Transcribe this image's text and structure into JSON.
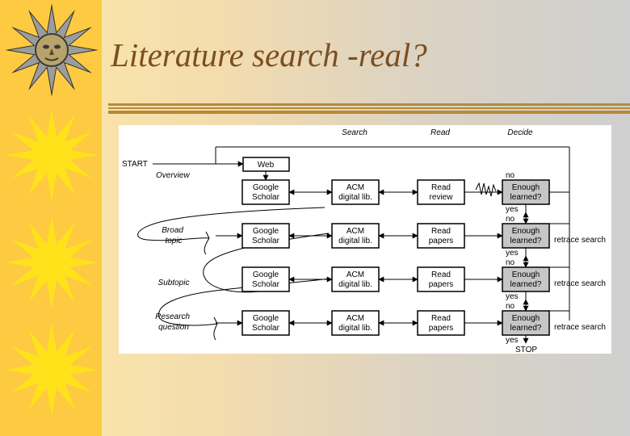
{
  "slide": {
    "title": "Literature search -real?"
  },
  "diagram": {
    "column_headers": {
      "search": "Search",
      "read": "Read",
      "decide": "Decide"
    },
    "start_label": "START",
    "stop_label": "STOP",
    "web_label": "Web",
    "rows": [
      {
        "level": "Overview",
        "search_line1": "Google",
        "search_line2": "Scholar",
        "acm_line1": "ACM",
        "acm_line2": "digital lib.",
        "read_line1": "Read",
        "read_line2": "review",
        "decide_line1": "Enough",
        "decide_line2": "learned?",
        "no_label": "no",
        "yes_label": "yes",
        "retrace_label": ""
      },
      {
        "level": "Broad topic",
        "level_line1": "Broad",
        "level_line2": "topic",
        "search_line1": "Google",
        "search_line2": "Scholar",
        "acm_line1": "ACM",
        "acm_line2": "digital lib.",
        "read_line1": "Read",
        "read_line2": "papers",
        "decide_line1": "Enough",
        "decide_line2": "learned?",
        "no_label": "no",
        "yes_label": "yes",
        "retrace_label": "retrace search"
      },
      {
        "level": "Subtopic",
        "search_line1": "Google",
        "search_line2": "Scholar",
        "acm_line1": "ACM",
        "acm_line2": "digital lib.",
        "read_line1": "Read",
        "read_line2": "papers",
        "decide_line1": "Enough",
        "decide_line2": "learned?",
        "no_label": "no",
        "yes_label": "yes",
        "retrace_label": "retrace search"
      },
      {
        "level": "Research question",
        "level_line1": "Research",
        "level_line2": "question",
        "search_line1": "Google",
        "search_line2": "Scholar",
        "acm_line1": "ACM",
        "acm_line2": "digital lib.",
        "read_line1": "Read",
        "read_line2": "papers",
        "decide_line1": "Enough",
        "decide_line2": "learned?",
        "no_label": "no",
        "yes_label": "yes",
        "retrace_label": "retrace search"
      }
    ]
  },
  "colors": {
    "sidebar": "#fdca42",
    "sun_icon": "#ffe21a",
    "title_text": "#7a4f22",
    "title_rule": "#b58a3a",
    "decide_box": "#c6c6c6"
  }
}
